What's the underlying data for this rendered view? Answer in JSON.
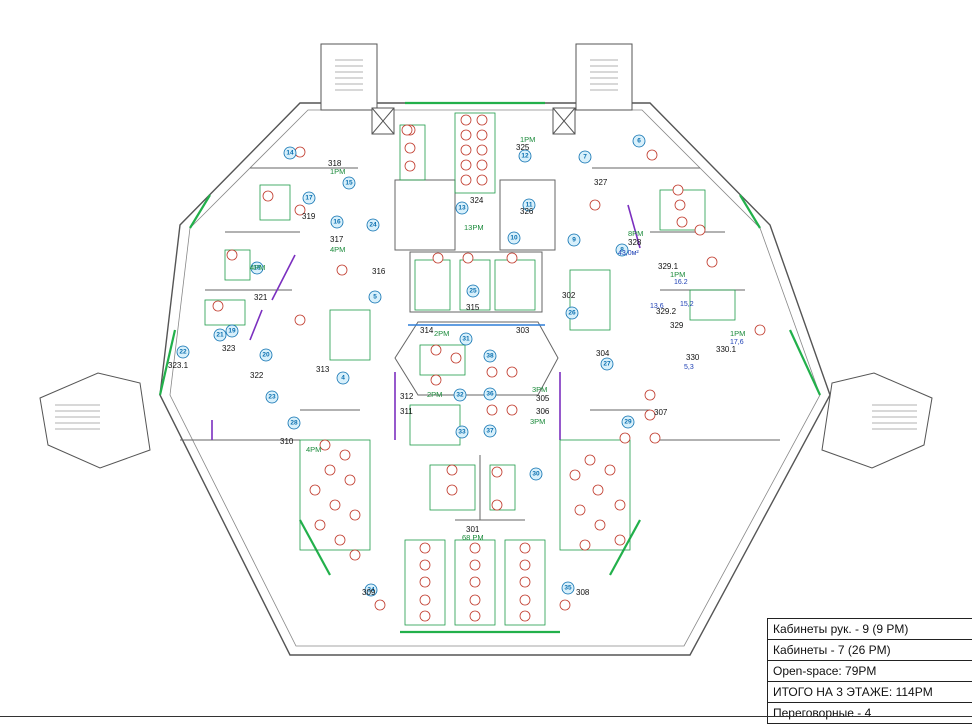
{
  "legend": [
    "Кабинеты рук. - 9 (9 PM)",
    "Кабинеты - 7 (26 PM)",
    "Open-space: 79PM",
    "ИТОГО НА 3 ЭТАЖЕ: 114PM",
    "Переговорные - 4"
  ],
  "rooms": [
    "318",
    "319",
    "317",
    "321",
    "322",
    "323",
    "323.1",
    "316",
    "313",
    "310",
    "309",
    "301",
    "308",
    "307",
    "306",
    "305",
    "304",
    "303",
    "302",
    "311",
    "312",
    "314",
    "315",
    "324",
    "325",
    "326",
    "327",
    "328",
    "329",
    "329.1",
    "329.2",
    "330",
    "330.1"
  ],
  "capacities": [
    "1PM",
    "4PM",
    "4PM",
    "4PM",
    "13PM",
    "2PM",
    "2PM",
    "3PM",
    "3PM",
    "8PM",
    "1PM",
    "1PM",
    "68 PM",
    "1PM"
  ],
  "areas": [
    "43,0м²",
    "16.2",
    "13,6",
    "15,2",
    "17,6",
    "5,3"
  ],
  "markers": [
    "14",
    "15",
    "16",
    "17",
    "18",
    "19",
    "20",
    "21",
    "22",
    "23",
    "24",
    "13",
    "12",
    "11",
    "10",
    "9",
    "8",
    "7",
    "6",
    "5",
    "4",
    "25",
    "26",
    "27",
    "28",
    "29",
    "30",
    "31",
    "32",
    "33",
    "34",
    "35",
    "36",
    "37",
    "38",
    "39",
    "40"
  ]
}
